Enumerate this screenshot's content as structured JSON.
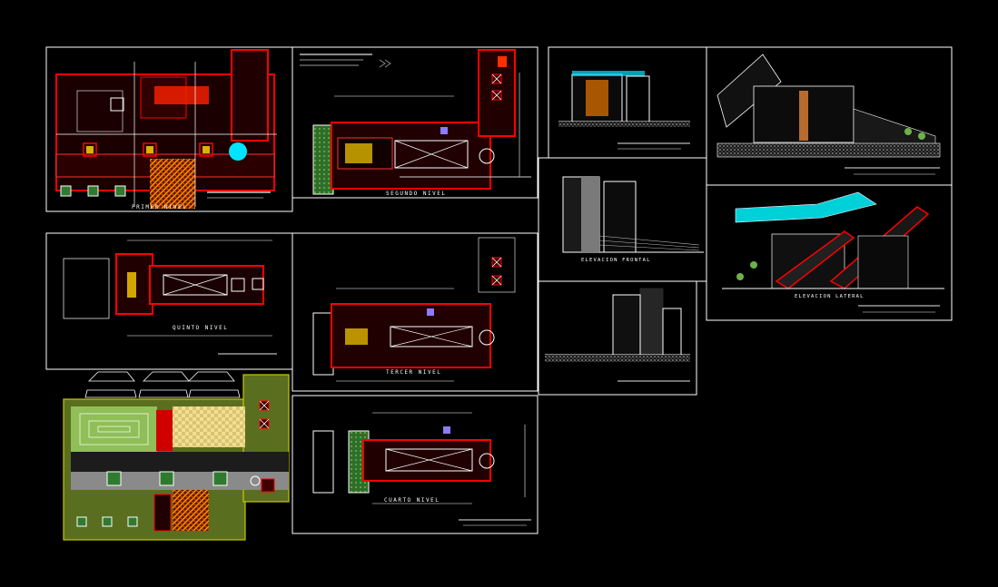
{
  "labels": {
    "primer_nivel": "PRIMER NIVEL",
    "segundo_nivel": "SEGUNDO NIVEL",
    "quinto_nivel": "QUINTO NIVEL",
    "tercer_nivel": "TERCER NIVEL",
    "cuarto_nivel": "CUARTO NIVEL",
    "elevacion_frontal": "ELEVACION FRONTAL",
    "elevacion_lateral": "ELEVACION LATERAL"
  },
  "colors": {
    "background": "#000000",
    "frame": "#ffffff",
    "wall": "#ff0000",
    "dim_line": "#ffffff",
    "hatch_yellow": "#ffff00",
    "green": "#2f7a2f",
    "cyan": "#00ffff",
    "grey": "#808080",
    "orange": "#ff7f00",
    "lime": "#98c84e"
  }
}
